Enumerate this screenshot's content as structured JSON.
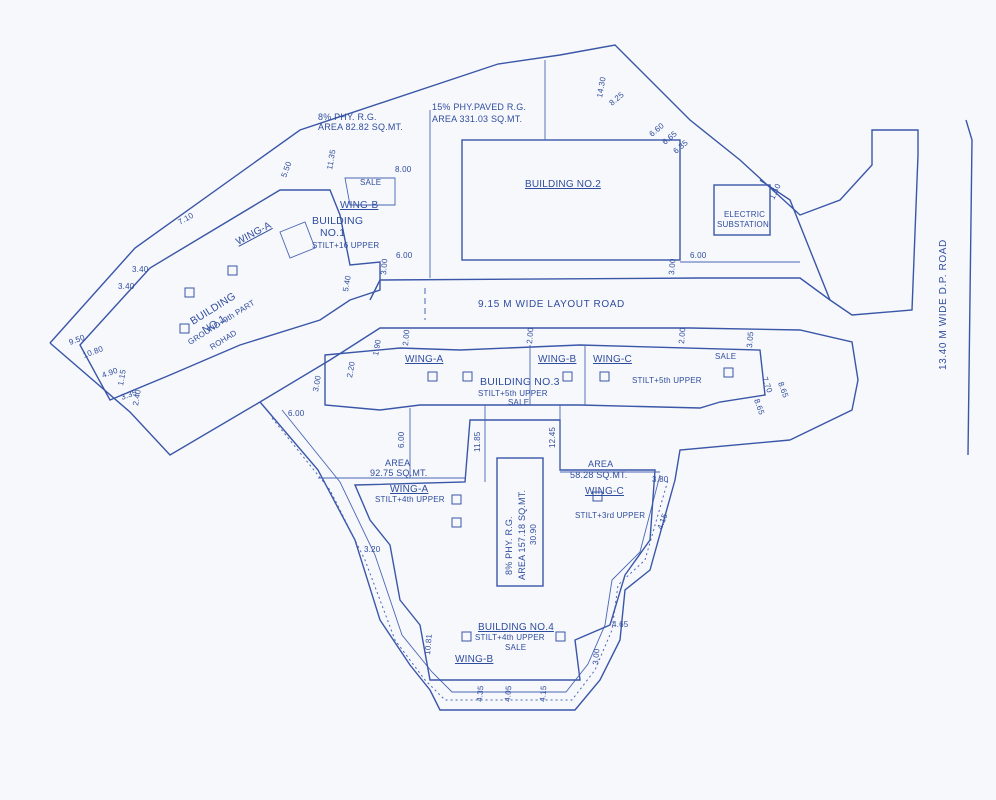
{
  "colors": {
    "ink": "#3a56a8",
    "paper": "#f7f8fb"
  },
  "roads": {
    "layout_road": "9.15 M WIDE LAYOUT ROAD",
    "dp_road": "13.40 M WIDE D.P. ROAD"
  },
  "areas": {
    "rg_8_top_line1": "8% PHY. R.G.",
    "rg_8_top_line2": "AREA  82.82 SQ.MT.",
    "paved_line1": "15% PHY.PAVED R.G.",
    "paved_line2": "AREA 331.03 SQ.MT.",
    "area_left_label": "AREA",
    "area_left_value": "92.75 SQ.MT.",
    "area_right_label": "AREA",
    "area_right_value": "58.28 SQ.MT.",
    "rg_center_line1": "8% PHY. R.G.",
    "rg_center_line2": "AREA 157.18 SQ.MT.",
    "rg_center_dim": "30.90"
  },
  "building1": {
    "title_line1": "BUILDING",
    "title_line2": "NO.1",
    "wing_a": "WING-A",
    "wing_b": "WING-B",
    "stilt": "STILT+16 UPPER",
    "ground_note": "GROUND+9th PART",
    "rohad": "ROHAD",
    "sale": "SALE",
    "center_line1": "BUILDING",
    "center_line2": "NO.1"
  },
  "building2": {
    "title": "BUILDING NO.2",
    "substation_line1": "ELECTRIC",
    "substation_line2": "SUBSTATION"
  },
  "building3": {
    "title": "BUILDING NO.3",
    "stilt": "STILT+5th UPPER",
    "sale": "SALE",
    "wing_a": "WING-A",
    "wing_b": "WING-B",
    "wing_c": "WING-C",
    "wing_c_stilt": "STILT+5th UPPER",
    "wing_c_sale": "SALE"
  },
  "building4": {
    "title": "BUILDING NO.4",
    "stilt": "STILT+4th UPPER",
    "sale": "SALE",
    "wing_a": "WING-A",
    "wing_a_stilt": "STILT+4th UPPER",
    "wing_b": "WING-B",
    "wing_c": "WING-C",
    "wing_c_stilt": "STILT+3rd UPPER"
  },
  "dims": {
    "d_11_35": "11.35",
    "d_8_00": "8.00",
    "d_5_50": "5.50",
    "d_7_10": "7.10",
    "d_3_40a": "3.40",
    "d_3_40b": "3.40",
    "d_9_50": "9.50",
    "d_10_80": "10.80",
    "d_4_90": "4.90",
    "d_3_35": "3.35",
    "d_1_15": "1.15",
    "d_2_40": "2.40",
    "d_6_00a": "6.00",
    "d_3_00a": "3.00",
    "d_5_40": "5.40",
    "d_14_30": "14.30",
    "d_8_25": "8.25",
    "d_6_60": "6.60",
    "d_6_65": "6.65",
    "d_6_35": "6.35",
    "d_1_50": "1.50",
    "d_6_00b": "6.00",
    "d_3_00b": "3.00",
    "d_2_00a": "2.00",
    "d_2_00b": "2.00",
    "d_2_00c": "2.00",
    "d_3_05": "3.05",
    "d_1_90": "1.90",
    "d_2_20": "2.20",
    "d_3_00c": "3.00",
    "d_7_70": "7.70",
    "d_8_65a": "8.65",
    "d_8_65b": "8.65",
    "d_6_00c": "6.00",
    "d_6_00d": "6.00",
    "d_11_85": "11.85",
    "d_12_45": "12.45",
    "d_3_80": "3.80",
    "d_4_15a": "4.15",
    "d_3_20": "3.20",
    "d_10_81": "10.81",
    "d_4_65": "4.65",
    "d_3_00d": "3.00",
    "d_4_35": "4.35",
    "d_4_05": "4.05",
    "d_4_15b": "4.15"
  }
}
